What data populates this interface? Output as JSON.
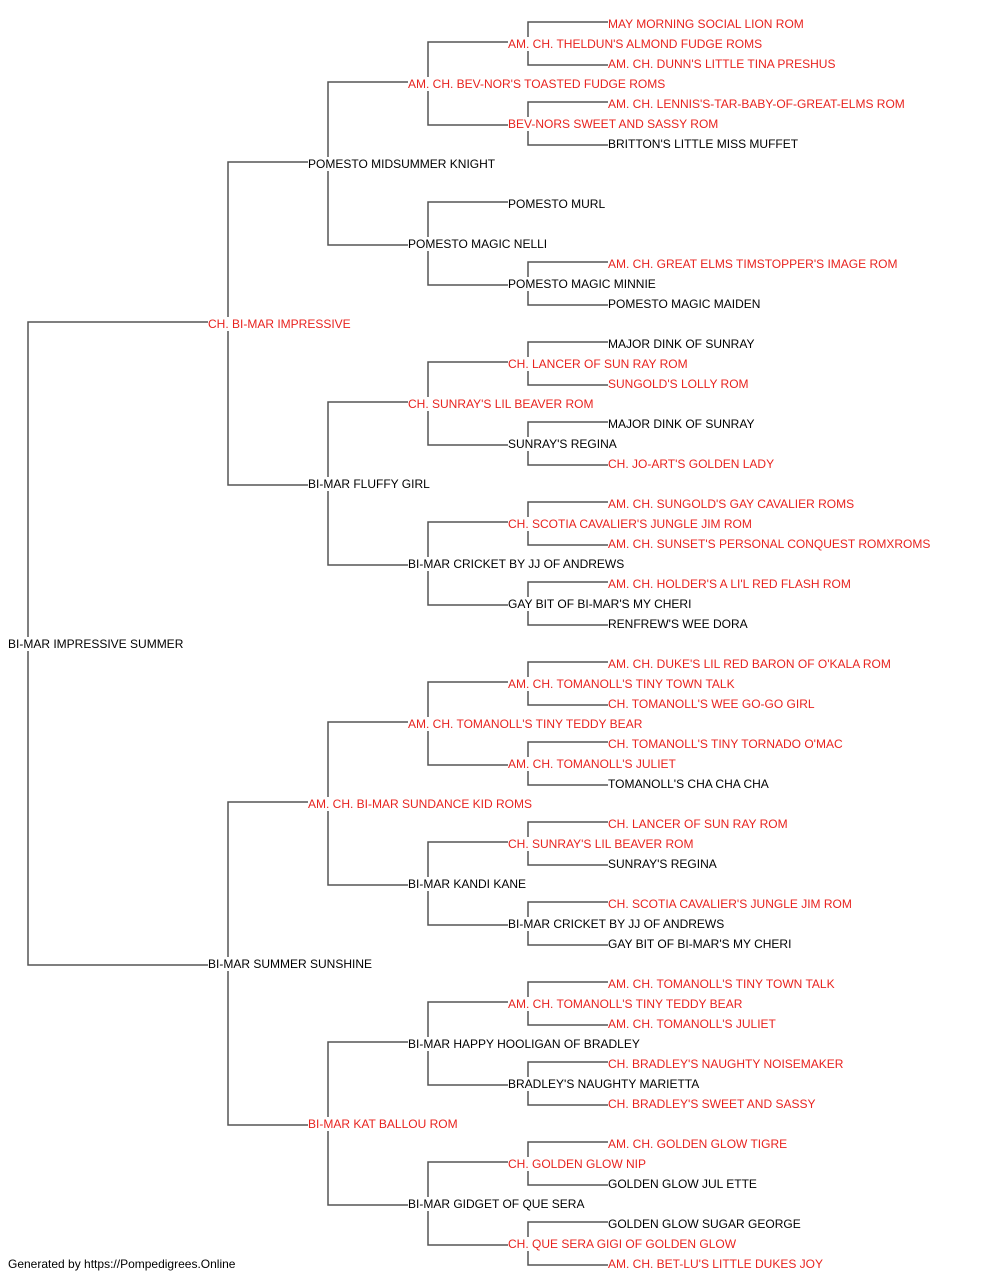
{
  "pedigree": {
    "subject": {
      "name": "BI-MAR IMPRESSIVE SUMMER",
      "champion": false
    },
    "sire": {
      "name": "CH. BI-MAR IMPRESSIVE",
      "champion": true
    },
    "dam": {
      "name": "BI-MAR SUMMER SUNSHINE",
      "champion": false
    },
    "grandparents": [
      {
        "name": "POMESTO MIDSUMMER KNIGHT",
        "champion": false
      },
      {
        "name": "BI-MAR FLUFFY GIRL",
        "champion": false
      },
      {
        "name": "AM. CH. BI-MAR SUNDANCE KID ROMS",
        "champion": true
      },
      {
        "name": "BI-MAR KAT BALLOU ROM",
        "champion": true
      }
    ],
    "great_grandparents": [
      {
        "name": "AM. CH. BEV-NOR'S TOASTED FUDGE ROMS",
        "champion": true
      },
      {
        "name": "POMESTO MAGIC NELLI",
        "champion": false
      },
      {
        "name": "CH. SUNRAY'S LIL BEAVER ROM",
        "champion": true
      },
      {
        "name": "BI-MAR CRICKET BY JJ OF ANDREWS",
        "champion": false
      },
      {
        "name": "AM. CH. TOMANOLL'S TINY TEDDY BEAR",
        "champion": true
      },
      {
        "name": "BI-MAR KANDI KANE",
        "champion": false
      },
      {
        "name": "BI-MAR HAPPY HOOLIGAN OF BRADLEY",
        "champion": false
      },
      {
        "name": "BI-MAR GIDGET OF QUE SERA",
        "champion": false
      }
    ],
    "gen4": [
      {
        "name": "AM. CH. THELDUN'S ALMOND FUDGE ROMS",
        "champion": true
      },
      {
        "name": "BEV-NORS SWEET AND SASSY ROM",
        "champion": true
      },
      {
        "name": "POMESTO MURL",
        "champion": false
      },
      {
        "name": "POMESTO MAGIC MINNIE",
        "champion": false
      },
      {
        "name": "CH. LANCER OF SUN RAY ROM",
        "champion": true
      },
      {
        "name": "SUNRAY'S REGINA",
        "champion": false
      },
      {
        "name": "CH. SCOTIA CAVALIER'S JUNGLE JIM ROM",
        "champion": true
      },
      {
        "name": "GAY BIT OF BI-MAR'S MY CHERI",
        "champion": false
      },
      {
        "name": "AM. CH. TOMANOLL'S TINY TOWN TALK",
        "champion": true
      },
      {
        "name": "AM. CH. TOMANOLL'S JULIET",
        "champion": true
      },
      {
        "name": "CH. SUNRAY'S LIL BEAVER ROM",
        "champion": true
      },
      {
        "name": "BI-MAR CRICKET BY JJ OF ANDREWS",
        "champion": false
      },
      {
        "name": "AM. CH. TOMANOLL'S TINY TEDDY BEAR",
        "champion": true
      },
      {
        "name": "BRADLEY'S NAUGHTY MARIETTA",
        "champion": false
      },
      {
        "name": "CH. GOLDEN GLOW NIP",
        "champion": true
      },
      {
        "name": "CH. QUE SERA GIGI OF GOLDEN GLOW",
        "champion": true
      }
    ],
    "gen5": [
      {
        "name": "MAY MORNING SOCIAL LION ROM",
        "champion": true
      },
      {
        "name": "AM. CH. DUNN'S LITTLE TINA PRESHUS",
        "champion": true
      },
      {
        "name": "AM. CH. LENNIS'S-TAR-BABY-OF-GREAT-ELMS ROM",
        "champion": true
      },
      {
        "name": "BRITTON'S LITTLE MISS MUFFET",
        "champion": false
      },
      {
        "name": "AM. CH. GREAT ELMS TIMSTOPPER'S IMAGE ROM",
        "champion": true
      },
      {
        "name": "POMESTO MAGIC MAIDEN",
        "champion": false
      },
      {
        "name": "MAJOR DINK OF SUNRAY",
        "champion": false
      },
      {
        "name": "SUNGOLD'S LOLLY ROM",
        "champion": true
      },
      {
        "name": "MAJOR DINK OF SUNRAY",
        "champion": false
      },
      {
        "name": "CH. JO-ART'S GOLDEN LADY",
        "champion": true
      },
      {
        "name": "AM. CH. SUNGOLD'S GAY CAVALIER ROMS",
        "champion": true
      },
      {
        "name": "AM. CH. SUNSET'S PERSONAL CONQUEST ROMXROMS",
        "champion": true
      },
      {
        "name": "AM. CH. HOLDER'S A LI'L RED FLASH ROM",
        "champion": true
      },
      {
        "name": "RENFREW'S WEE DORA",
        "champion": false
      },
      {
        "name": "AM. CH. DUKE'S LIL RED BARON OF O'KALA ROM",
        "champion": true
      },
      {
        "name": "CH. TOMANOLL'S WEE GO-GO GIRL",
        "champion": true
      },
      {
        "name": "CH. TOMANOLL'S TINY TORNADO O'MAC",
        "champion": true
      },
      {
        "name": "TOMANOLL'S CHA CHA CHA",
        "champion": false
      },
      {
        "name": "CH. LANCER OF SUN RAY ROM",
        "champion": true
      },
      {
        "name": "SUNRAY'S REGINA",
        "champion": false
      },
      {
        "name": "CH. SCOTIA CAVALIER'S JUNGLE JIM ROM",
        "champion": true
      },
      {
        "name": "GAY BIT OF BI-MAR'S MY CHERI",
        "champion": false
      },
      {
        "name": "AM. CH. TOMANOLL'S TINY TOWN TALK",
        "champion": true
      },
      {
        "name": "AM. CH. TOMANOLL'S JULIET",
        "champion": true
      },
      {
        "name": "CH. BRADLEY'S NAUGHTY NOISEMAKER",
        "champion": true
      },
      {
        "name": "CH. BRADLEY'S SWEET AND SASSY",
        "champion": true
      },
      {
        "name": "AM. CH. GOLDEN GLOW TIGRE",
        "champion": true
      },
      {
        "name": "GOLDEN GLOW JUL ETTE",
        "champion": false
      },
      {
        "name": "GOLDEN GLOW SUGAR GEORGE",
        "champion": false
      },
      {
        "name": "AM. CH. BET-LU'S LITTLE DUKES JOY",
        "champion": true
      }
    ]
  },
  "colors": {
    "champion": "#e8231f",
    "regular": "#000000",
    "connector": "#555555"
  },
  "footer": "Generated by https://Pompedigrees.Online"
}
